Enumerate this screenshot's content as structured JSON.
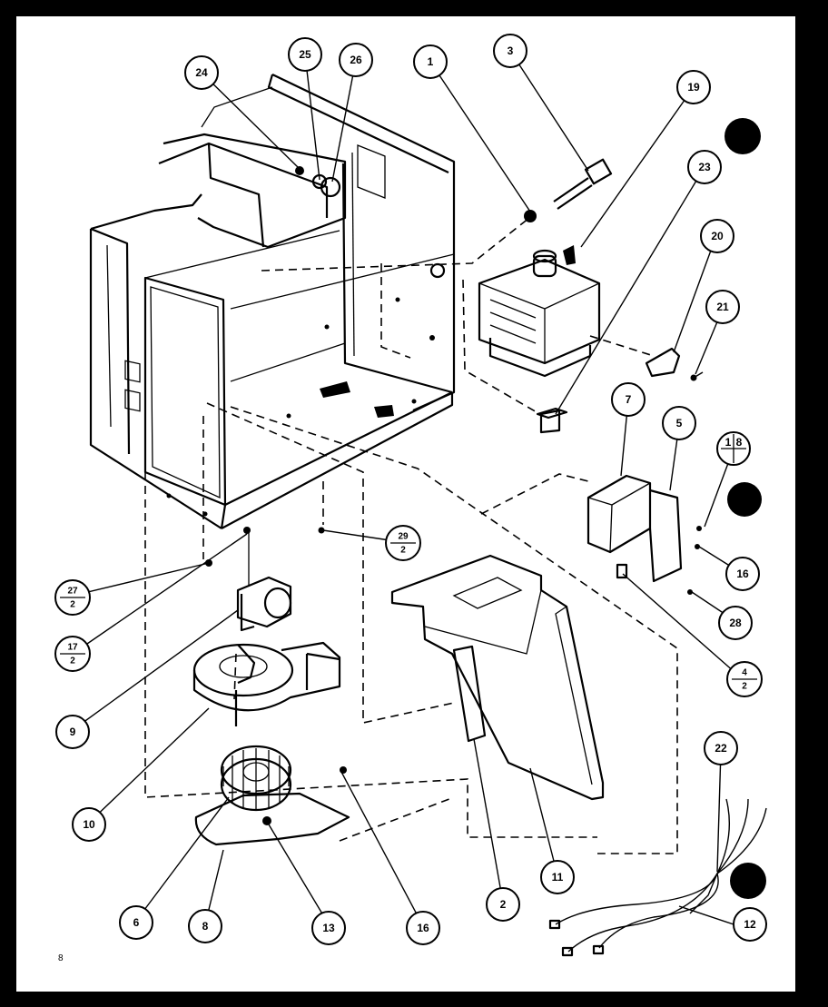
{
  "diagram": {
    "callouts_simple": [
      {
        "id": "c1",
        "label": "1"
      },
      {
        "id": "c2",
        "label": "2"
      },
      {
        "id": "c3",
        "label": "3"
      },
      {
        "id": "c5",
        "label": "5"
      },
      {
        "id": "c6",
        "label": "6"
      },
      {
        "id": "c7",
        "label": "7"
      },
      {
        "id": "c8",
        "label": "8"
      },
      {
        "id": "c9",
        "label": "9"
      },
      {
        "id": "c10",
        "label": "10"
      },
      {
        "id": "c11",
        "label": "11"
      },
      {
        "id": "c12",
        "label": "12"
      },
      {
        "id": "c13",
        "label": "13"
      },
      {
        "id": "c16a",
        "label": "16"
      },
      {
        "id": "c16b",
        "label": "16"
      },
      {
        "id": "c19",
        "label": "19"
      },
      {
        "id": "c20",
        "label": "20"
      },
      {
        "id": "c21",
        "label": "21"
      },
      {
        "id": "c22",
        "label": "22"
      },
      {
        "id": "c23",
        "label": "23"
      },
      {
        "id": "c24",
        "label": "24"
      },
      {
        "id": "c25",
        "label": "25"
      },
      {
        "id": "c26",
        "label": "26"
      },
      {
        "id": "c28",
        "label": "28"
      }
    ],
    "callouts_fraction": [
      {
        "id": "c29",
        "num": "29",
        "den": "2"
      },
      {
        "id": "c27",
        "num": "27",
        "den": "2"
      },
      {
        "id": "c17",
        "num": "17",
        "den": "2"
      },
      {
        "id": "c4",
        "num": "4",
        "den": "2"
      }
    ],
    "callouts_split": [
      {
        "id": "c18",
        "left": "1",
        "right": "8"
      }
    ],
    "page_number": "8"
  }
}
